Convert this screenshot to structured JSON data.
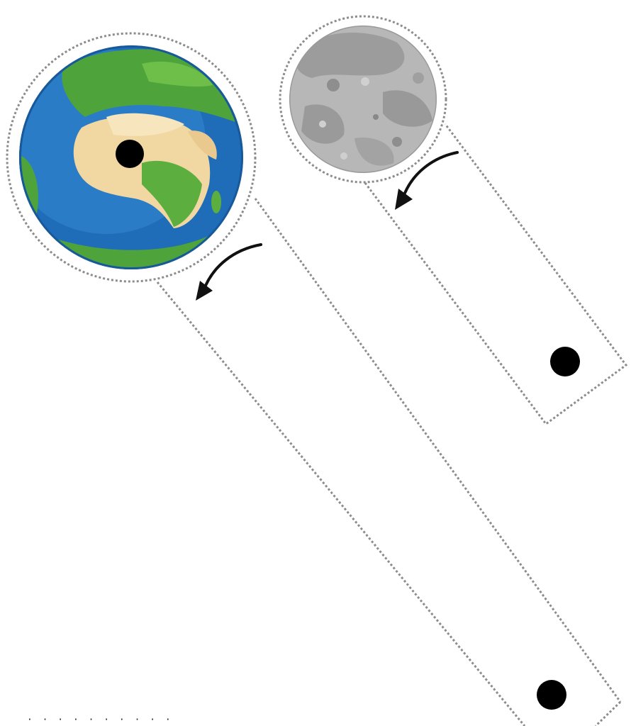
{
  "page": {
    "kind": "printable cut-out craft sheet",
    "background": "#ffffff"
  },
  "cutouts": [
    {
      "id": "earth-cutout",
      "body": "earth",
      "icon": "earth-globe-icon",
      "has_pivot_dot": true,
      "has_end_dot": true,
      "rotation_arrow": "counter-clockwise"
    },
    {
      "id": "moon-cutout",
      "body": "moon",
      "icon": "moon-icon",
      "has_pivot_dot": false,
      "has_end_dot": true,
      "rotation_arrow": "counter-clockwise"
    }
  ],
  "colors": {
    "cut_line": "#8c8c8c",
    "dot": "#000000",
    "arrow": "#111111",
    "ocean": "#1f6db8",
    "ocean_light": "#3d8fd4",
    "land_green": "#4ea43a",
    "land_desert": "#f1d8a2",
    "moon_base": "#b7b7b7",
    "moon_dark": "#8e8e8e"
  },
  "footer": {
    "text": "· · · · ·   · · · · ·"
  }
}
